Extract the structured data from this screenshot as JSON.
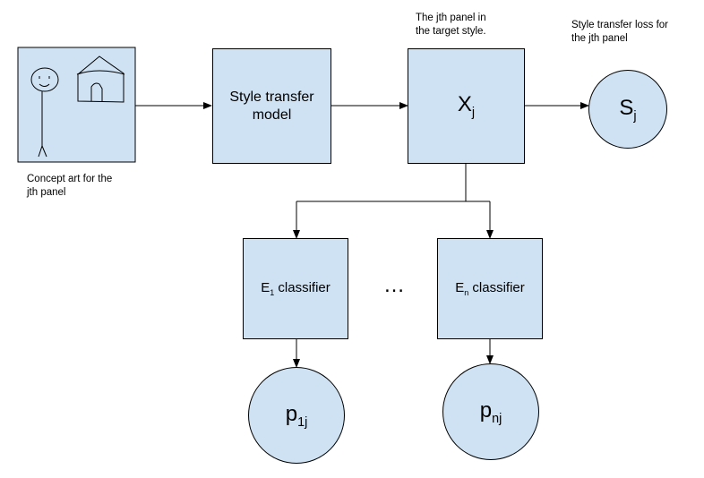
{
  "notes": {
    "concept_caption": "Concept art for the\njth panel",
    "panel_caption": "The jth panel in\nthe target style.",
    "loss_caption": "Style transfer loss for\nthe jth panel"
  },
  "nodes": {
    "concept_art": {
      "sketch": "stick-figure-and-hut-sketch"
    },
    "style_model": {
      "label": "Style transfer\nmodel"
    },
    "panel_x": {
      "base": "X",
      "sub": "j"
    },
    "loss_s": {
      "base": "S",
      "sub": "j"
    },
    "classifier_1": {
      "base": "E",
      "sub": "1",
      "rest": " classifier"
    },
    "ellipsis": "…",
    "classifier_n": {
      "base": "E",
      "sub": "n",
      "rest": " classifier"
    },
    "prob_1": {
      "base": "p",
      "sub": "1j"
    },
    "prob_n": {
      "base": "p",
      "sub": "nj"
    }
  },
  "colors": {
    "fill": "#cfe2f3",
    "stroke": "#000000"
  }
}
